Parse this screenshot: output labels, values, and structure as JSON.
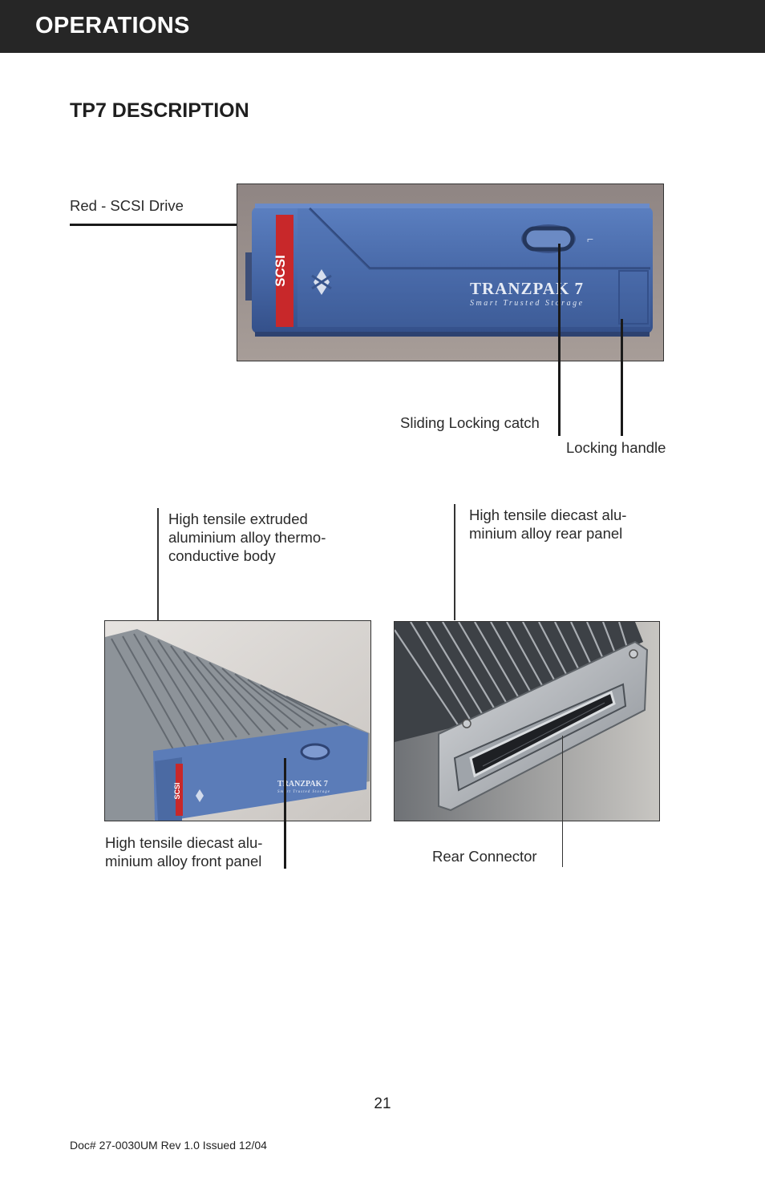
{
  "header": {
    "title": "OPERATIONS",
    "bg_color": "#262626"
  },
  "section": {
    "title": "TP7 DESCRIPTION"
  },
  "top_photo": {
    "labels": {
      "red_scsi": "Red - SCSI Drive",
      "sliding_catch": "Sliding Locking catch",
      "locking_handle": "Locking handle"
    },
    "imprint": {
      "side_text": "SCSI",
      "brand": "TRANZPAK 7",
      "tagline": "Smart Trusted Storage"
    }
  },
  "left_photo": {
    "labels": {
      "body": "High tensile extruded aluminium alloy thermo-conductive body",
      "body_lines": [
        "High tensile extruded",
        "aluminium alloy thermo-",
        "conductive body"
      ],
      "front_panel_lines": [
        "High tensile  diecast  alu-",
        "minium alloy front panel"
      ]
    },
    "imprint": {
      "side_text": "SCSI",
      "brand": "TRANZPAK 7",
      "tagline": "Smart Trusted Storage"
    }
  },
  "right_photo": {
    "labels": {
      "rear_panel_lines": [
        "High tensile diecast alu-",
        "minium alloy rear panel"
      ],
      "rear_connector": "Rear Connector"
    }
  },
  "footer": {
    "page_number": "21",
    "doc_ref": "Doc# 27-0030UM Rev 1.0 Issued  12/04"
  },
  "colors": {
    "device_blue": "#4a6eae",
    "scsi_red": "#c8282a",
    "aluminium": "#9aa0a6"
  }
}
